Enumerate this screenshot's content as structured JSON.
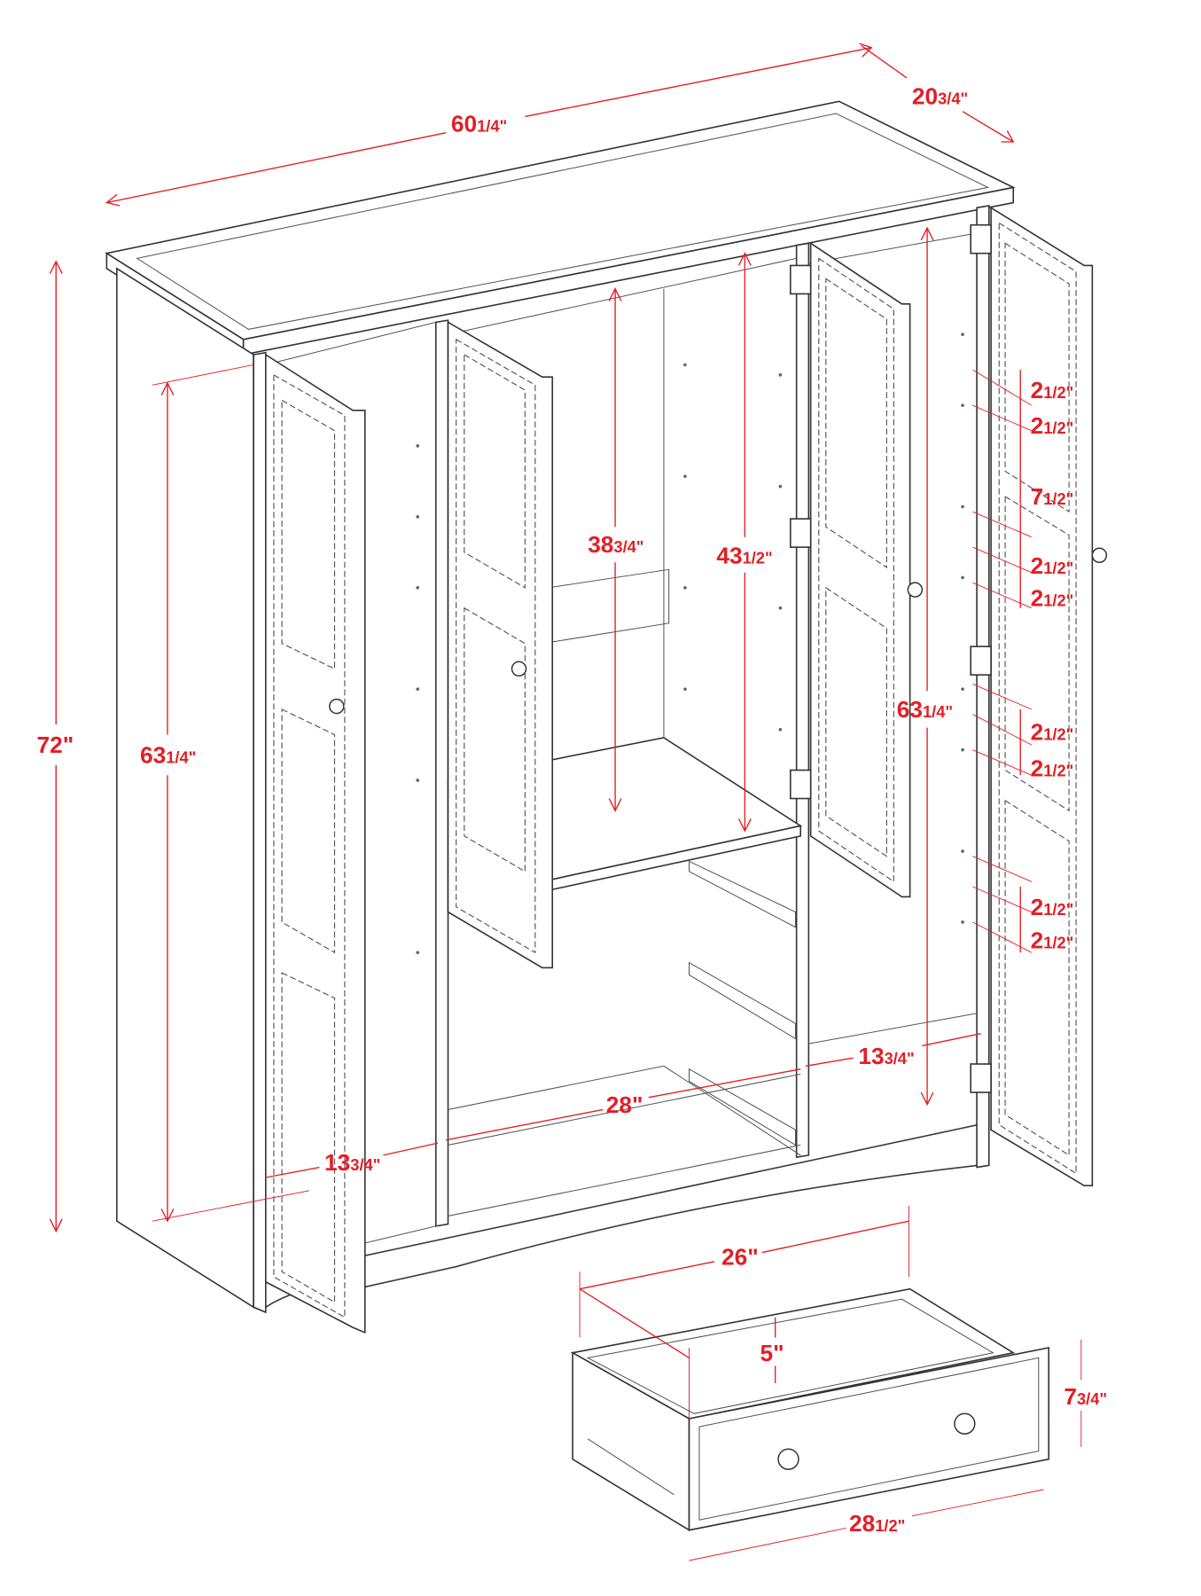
{
  "title": "Wardrobe dimension diagram",
  "accent_color": "#e31e24",
  "dimensions": {
    "overall_width": {
      "whole": "60",
      "frac": "1/4\""
    },
    "overall_depth": {
      "whole": "20",
      "frac": "3/4\""
    },
    "overall_height": {
      "whole": "72\"",
      "frac": ""
    },
    "left_door_height": {
      "whole": "63",
      "frac": "1/4\""
    },
    "upper_hanging_height": {
      "whole": "38",
      "frac": "3/4\""
    },
    "center_height": {
      "whole": "43",
      "frac": "1/2\""
    },
    "right_interior_height": {
      "whole": "63",
      "frac": "1/4\""
    },
    "shelf_spacing": [
      {
        "whole": "2",
        "frac": "1/2\""
      },
      {
        "whole": "2",
        "frac": "1/2\""
      },
      {
        "whole": "7",
        "frac": "1/2\""
      },
      {
        "whole": "2",
        "frac": "1/2\""
      },
      {
        "whole": "2",
        "frac": "1/2\""
      },
      {
        "whole": "2",
        "frac": "1/2\""
      },
      {
        "whole": "2",
        "frac": "1/2\""
      },
      {
        "whole": "2",
        "frac": "1/2\""
      },
      {
        "whole": "2",
        "frac": "1/2\""
      }
    ],
    "right_section_width": {
      "whole": "13",
      "frac": "3/4\""
    },
    "center_section_width": {
      "whole": "28\"",
      "frac": ""
    },
    "left_section_width": {
      "whole": "13",
      "frac": "3/4\""
    },
    "drawer_inner_depth": {
      "whole": "26\"",
      "frac": ""
    },
    "drawer_inner_height": {
      "whole": "5\"",
      "frac": ""
    },
    "drawer_front_height": {
      "whole": "7",
      "frac": "3/4\""
    },
    "drawer_front_width": {
      "whole": "28",
      "frac": "1/2\""
    }
  }
}
